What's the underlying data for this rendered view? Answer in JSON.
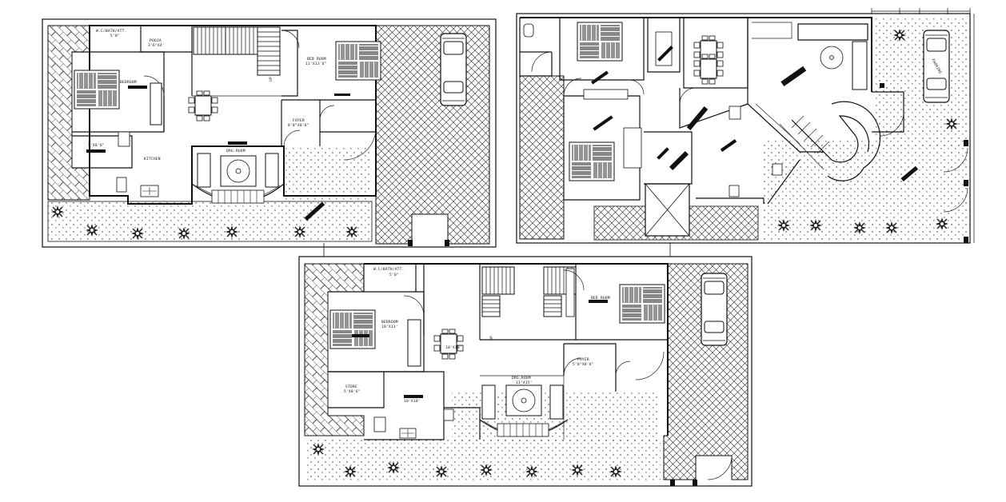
{
  "drawing": {
    "plan1": {
      "wc_bath": "W.C/BATH/ATT.",
      "wc_bath_size": "5'0\"",
      "pooja": "POOJA",
      "pooja_size": "3'6\"X4'",
      "bedroom_left": "BEDROOM",
      "bed_room_right": "BED ROOM",
      "bed_room_right_size": "11'X13'6\"",
      "up": "UP",
      "foyer": "FOYER",
      "foyer_size": "8'0\"X8'6\"",
      "kitchen": "KITCHEN",
      "store_size": "5'X8'6\"",
      "drg_room": "DRG.ROOM"
    },
    "plan2": {
      "parking": "PARKING"
    },
    "plan3": {
      "wc_bath": "W.C/BATH/ATT.",
      "wc_bath_size": "5'0\"",
      "bedroom": "BEDROOM",
      "bedroom_size": "10'X13'",
      "dining_size": "10'X10'",
      "up": "UP",
      "bed_room_right": "BED ROOM",
      "foyer": "FOYER",
      "foyer_size": "5'0\"X8'6\"",
      "drg_room": "DRG.ROOM",
      "drg_room_size": "11'X15'",
      "store": "STORE",
      "store_size": "5'X8'6\"",
      "kitchen_size": "10'X10'"
    }
  },
  "colors": {
    "line": "#111111",
    "background": "#ffffff"
  }
}
